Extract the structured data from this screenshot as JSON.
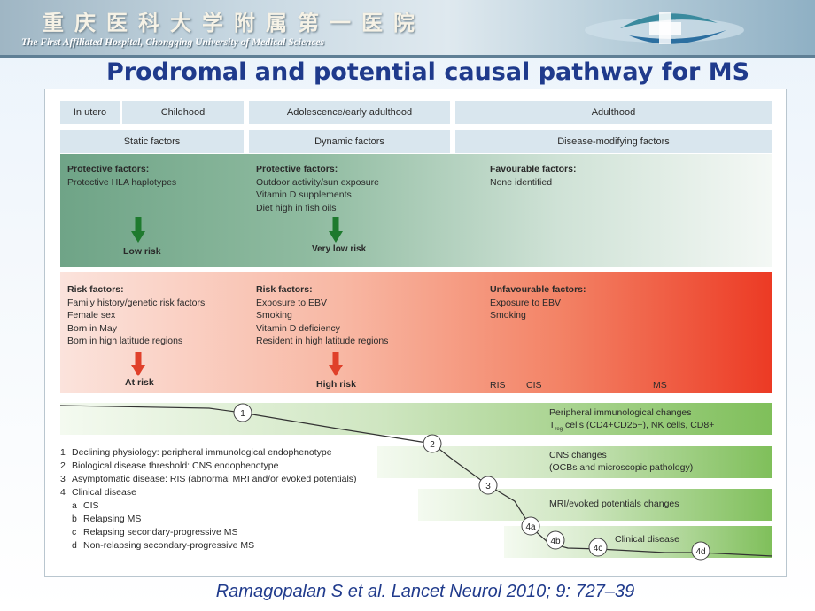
{
  "banner": {
    "chinese_name": "重庆医科大学附属第一医院",
    "english_name": "The First Affiliated Hospital, Chongqing University of Medical Sciences"
  },
  "slide_title": "Prodromal and potential causal pathway for MS",
  "timeline": {
    "periods": [
      "In utero",
      "Childhood",
      "Adolescence/early adulthood",
      "Adulthood"
    ],
    "factor_types": [
      "Static factors",
      "Dynamic factors",
      "Disease-modifying factors"
    ]
  },
  "protective": {
    "col1": {
      "heading": "Protective factors:",
      "items": [
        "Protective HLA haplotypes"
      ],
      "arrow_label": "Low risk"
    },
    "col2": {
      "heading": "Protective factors:",
      "items": [
        "Outdoor activity/sun exposure",
        "Vitamin D supplements",
        "Diet high in fish oils"
      ],
      "arrow_label": "Very low risk"
    },
    "col3": {
      "heading": "Favourable factors:",
      "items": [
        "None identified"
      ]
    }
  },
  "risk": {
    "col1": {
      "heading": "Risk factors:",
      "items": [
        "Family history/genetic risk factors",
        "Female sex",
        "Born in May",
        "Born in high latitude regions"
      ],
      "arrow_label": "At risk"
    },
    "col2": {
      "heading": "Risk factors:",
      "items": [
        "Exposure to EBV",
        "Smoking",
        "Vitamin D deficiency",
        "Resident in high latitude regions"
      ],
      "arrow_label": "High risk"
    },
    "col3": {
      "heading": "Unfavourable factors:",
      "items": [
        "Exposure to EBV",
        "Smoking"
      ]
    },
    "stages": [
      "RIS",
      "CIS",
      "MS"
    ]
  },
  "progression": {
    "strips": [
      {
        "line1": "Peripheral immunological changes",
        "line2_prefix": "T",
        "line2_sub": "reg",
        "line2_rest": " cells (CD4+CD25+), NK cells, CD8+"
      },
      {
        "line1": "CNS changes",
        "line2": "(OCBs and microscopic pathology)"
      },
      {
        "line1": "MRI/evoked potentials changes"
      },
      {
        "line1": "Clinical disease"
      }
    ],
    "markers": [
      "1",
      "2",
      "3",
      "4a",
      "4b",
      "4c",
      "4d"
    ]
  },
  "legend": [
    {
      "num": "1",
      "text": "Declining physiology: peripheral immunological endophenotype"
    },
    {
      "num": "2",
      "text": "Biological disease threshold: CNS endophenotype"
    },
    {
      "num": "3",
      "text": "Asymptomatic disease: RIS (abnormal MRI and/or evoked potentials)"
    },
    {
      "num": "4",
      "text": "Clinical disease"
    },
    {
      "num": "a",
      "text": "CIS"
    },
    {
      "num": "b",
      "text": "Relapsing MS"
    },
    {
      "num": "c",
      "text": "Relapsing secondary-progressive MS"
    },
    {
      "num": "d",
      "text": "Non-relapsing secondary-progressive MS"
    }
  ],
  "citation": "Ramagopalan S et al. Lancet Neurol 2010; 9: 727–39",
  "colors": {
    "title": "#1f3a8c",
    "protective_arrow": "#1e7a2e",
    "risk_arrow": "#e0402a",
    "header_cell": "#d9e6ee"
  }
}
